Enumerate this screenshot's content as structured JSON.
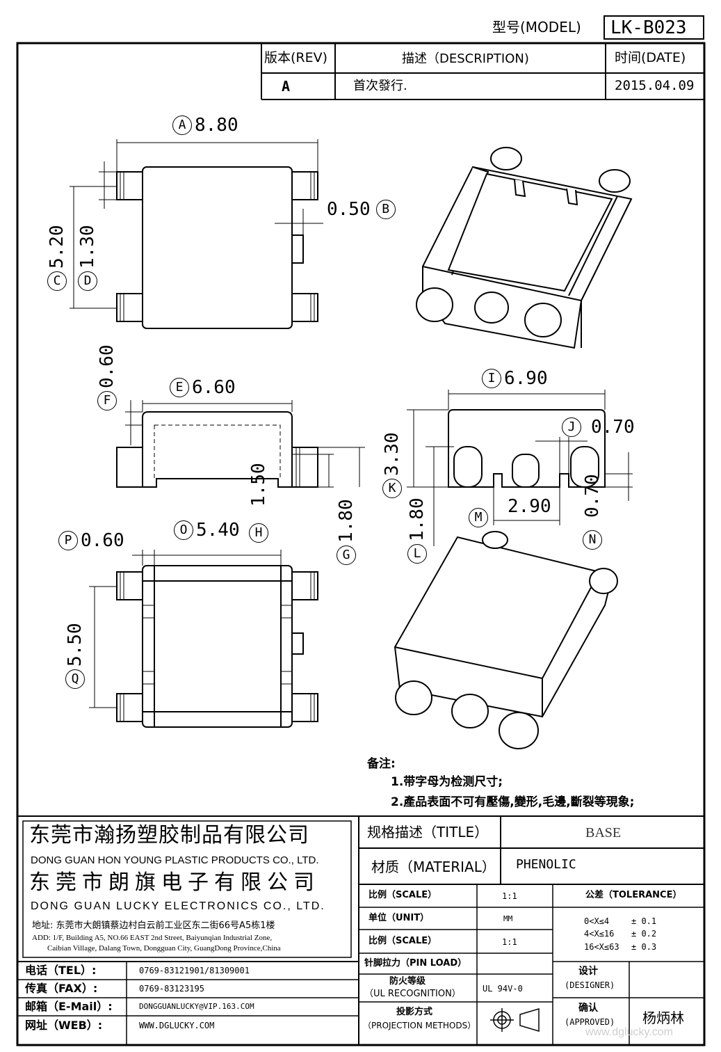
{
  "header": {
    "model_label": "型号(MODEL)",
    "model_value": "LK-B023"
  },
  "revision": {
    "rev_header": "版本(REV)",
    "desc_header": "描述（DESCRIPTION)",
    "date_header": "时间(DATE)",
    "rev": "A",
    "description": "首次發行.",
    "date": "2015.04.09"
  },
  "dimensions": {
    "A": {
      "letter": "A",
      "value": "8.80"
    },
    "B": {
      "letter": "B",
      "value": "0.50"
    },
    "C": {
      "letter": "C",
      "value": "5.20"
    },
    "D": {
      "letter": "D",
      "value": "1.30"
    },
    "E": {
      "letter": "E",
      "value": "6.60"
    },
    "F": {
      "letter": "F",
      "value": "0.60"
    },
    "G": {
      "letter": "G",
      "value": "1.80"
    },
    "H": {
      "letter": "H",
      "value": "1.50"
    },
    "I": {
      "letter": "I",
      "value": "6.90"
    },
    "J": {
      "letter": "J",
      "value": "0.70"
    },
    "K": {
      "letter": "K",
      "value": "3.30"
    },
    "L": {
      "letter": "L",
      "value": "1.80"
    },
    "M": {
      "letter": "M",
      "value": "2.90"
    },
    "N": {
      "letter": "N",
      "value": "0.70"
    },
    "O": {
      "letter": "O",
      "value": "5.40"
    },
    "P": {
      "letter": "P",
      "value": "0.60"
    },
    "Q": {
      "letter": "Q",
      "value": "5.50"
    }
  },
  "notes": {
    "title": "备注:",
    "items": [
      "1.带字母为检测尺寸;",
      "2.產品表面不可有壓傷,變形,毛邊,斷裂等現象;"
    ]
  },
  "company": {
    "name_cn_1": "东莞市瀚扬塑胶制品有限公司",
    "name_en_1": "DONG GUAN HON YOUNG PLASTIC PRODUCTS CO., LTD.",
    "name_cn_2": "东莞市朗旗电子有限公司",
    "name_en_2": "DONG GUAN LUCKY ELECTRONICS CO., LTD.",
    "address_cn": "地址: 东莞市大朗镇蔡边村白云前工业区东二街66号A5栋1楼",
    "address_en_1": "ADD: 1/F, Building A5, NO.66 EAST 2nd Street, Baiyunqian Industrial Zone,",
    "address_en_2": "Caibian Village, Dalang Town, Dongguan City, GuangDong Province,China"
  },
  "contact": {
    "tel_label": "电话（TEL）:",
    "tel": "0769-83121901/81309001",
    "fax_label": "传真（FAX）:",
    "fax": "0769-83123195",
    "email_label": "邮箱（E-Mail）:",
    "email": "DONGGUANLUCKY@VIP.163.COM",
    "web_label": "网址（WEB）:",
    "web": "WWW.DGLUCKY.COM"
  },
  "spec": {
    "title_label": "规格描述（TITLE）",
    "title_value": "BASE",
    "material_label": "材质（MATERIAL）",
    "material_value": "PHENOLIC",
    "scale_label": "比例（SCALE）",
    "scale_value": "1:1",
    "tolerance_label": "公差（TOLERANCE）",
    "unit_label": "单位（UNIT）",
    "unit_value": "MM",
    "scale2_label": "比例（SCALE）",
    "scale2_value": "1:1",
    "tolerance_rows": [
      {
        "range": "0<X≤4",
        "tol": "± 0.1"
      },
      {
        "range": "4<X≤16",
        "tol": "± 0.2"
      },
      {
        "range": "16<X≤63",
        "tol": "± 0.3"
      }
    ],
    "pin_load_label": "针脚拉力（PIN LOAD）",
    "ul_label_1": "防火等级",
    "ul_label_2": "（UL RECOGNITION）",
    "ul_value": "UL 94V-0",
    "projection_label_1": "投影方式",
    "projection_label_2": "（PROJECTION METHODS）",
    "designer_label_1": "设计",
    "designer_label_2": "(DESIGNER)",
    "approved_label_1": "确认",
    "approved_label_2": "(APPROVED)",
    "approved_value": "杨炳林"
  },
  "watermark": "www.dglucky.com"
}
